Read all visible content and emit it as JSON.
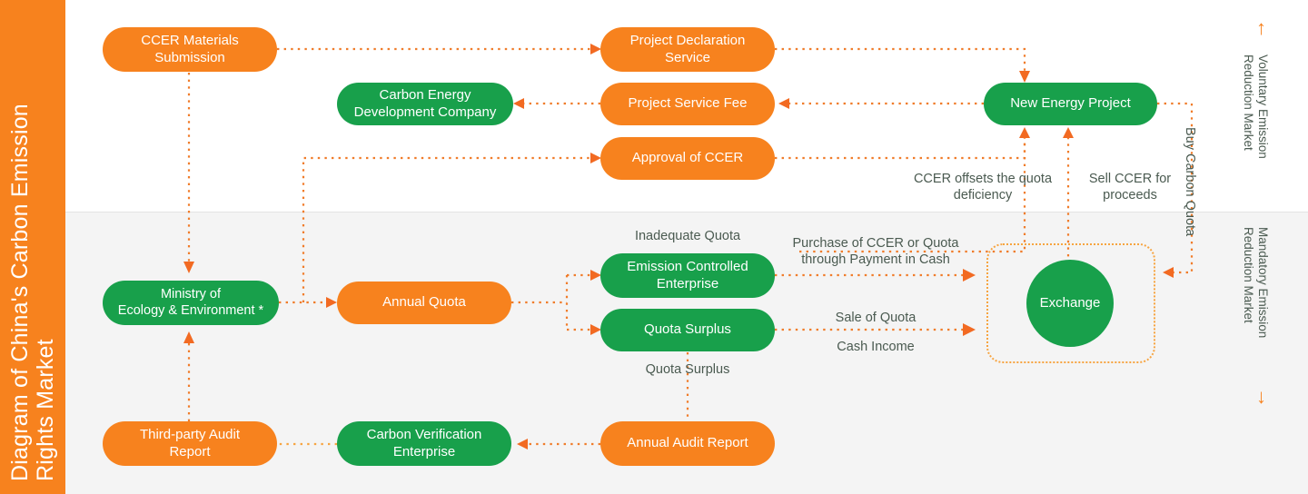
{
  "title_rail": {
    "text": "Diagram of China's Carbon Emission\nRights Market",
    "bg": "#F7821E",
    "color": "#FFFFFF"
  },
  "palette": {
    "orange": "#F7821E",
    "green": "#18A04B",
    "arrow": "#F07C2A",
    "band_top": "#FFFFFF",
    "band_bottom": "#F4F4F4",
    "text_gray": "#4A5A50"
  },
  "markets": [
    {
      "name": "voluntary",
      "label": "Voluntary Emission\nReduction Market",
      "arrow": "↑",
      "arrow_position": "top"
    },
    {
      "name": "mandatory",
      "label": "Mandatory Emission\nReduction Market",
      "arrow": "↓",
      "arrow_position": "bottom"
    }
  ],
  "nodes": {
    "ccer_materials_submission": {
      "label": "CCER Materials\nSubmission",
      "color": "orange"
    },
    "project_declaration_service": {
      "label": "Project Declaration\nService",
      "color": "orange"
    },
    "new_energy_project": {
      "label": "New Energy Project",
      "color": "green"
    },
    "carbon_energy_development_company": {
      "label": "Carbon Energy\nDevelopment Company",
      "color": "green"
    },
    "project_service_fee": {
      "label": "Project Service Fee",
      "color": "orange"
    },
    "approval_of_ccer": {
      "label": "Approval of CCER",
      "color": "orange"
    },
    "ministry_of_ecology": {
      "label": "Ministry of\nEcology & Environment *",
      "color": "green"
    },
    "annual_quota": {
      "label": "Annual Quota",
      "color": "orange"
    },
    "emission_controlled_enterprise": {
      "label": "Emission Controlled\nEnterprise",
      "color": "green"
    },
    "quota_surplus": {
      "label": "Quota Surplus",
      "color": "green"
    },
    "exchange": {
      "label": "Exchange",
      "color": "green"
    },
    "third_party_audit_report": {
      "label": "Third-party Audit\nReport",
      "color": "orange"
    },
    "carbon_verification_enterprise": {
      "label": "Carbon Verification\nEnterprise",
      "color": "green"
    },
    "annual_audit_report": {
      "label": "Annual Audit Report",
      "color": "orange"
    }
  },
  "edge_labels": {
    "ccer_offsets": "CCER offsets the quota\ndeficiency",
    "sell_ccer": "Sell CCER for\nproceeds",
    "buy_carbon_quota": "Buy Carbon Quota",
    "inadequate_quota": "Inadequate Quota",
    "purchase_ccer": "Purchase of CCER or Quota\nthrough Payment in Cash",
    "sale_of_quota": "Sale of Quota",
    "cash_income": "Cash Income",
    "quota_surplus_flow": "Quota Surplus"
  },
  "chart_data": {
    "type": "diagram",
    "title": "Diagram of China's Carbon Emission Rights Market",
    "sections": [
      {
        "name": "Voluntary Emission Reduction Market",
        "background": "#FFFFFF"
      },
      {
        "name": "Mandatory Emission Reduction Market",
        "background": "#F4F4F4"
      }
    ],
    "edges": [
      {
        "from": "CCER Materials Submission",
        "to": "Project Declaration Service",
        "label": ""
      },
      {
        "from": "Project Declaration Service",
        "to": "New Energy Project",
        "label": ""
      },
      {
        "from": "New Energy Project",
        "to": "Project Service Fee",
        "label": ""
      },
      {
        "from": "Project Service Fee",
        "to": "Carbon Energy Development Company",
        "label": ""
      },
      {
        "from": "Approval of CCER",
        "to": "New Energy Project",
        "label": ""
      },
      {
        "from": "CCER Materials Submission",
        "to": "Ministry of Ecology & Environment *",
        "label": ""
      },
      {
        "from": "Ministry of Ecology & Environment *",
        "to": "Approval of CCER",
        "label": ""
      },
      {
        "from": "Ministry of Ecology & Environment *",
        "to": "Annual Quota",
        "label": ""
      },
      {
        "from": "Annual Quota",
        "to": "Emission Controlled Enterprise",
        "label": "Inadequate Quota"
      },
      {
        "from": "Annual Quota",
        "to": "Quota Surplus",
        "label": ""
      },
      {
        "from": "Emission Controlled Enterprise",
        "to": "Exchange",
        "label": "Purchase of CCER or Quota through Payment in Cash"
      },
      {
        "from": "Quota Surplus",
        "to": "Exchange",
        "label": "Sale of Quota / Cash Income"
      },
      {
        "from": "Quota Surplus",
        "to": "Annual Audit Report",
        "label": "Quota Surplus"
      },
      {
        "from": "Annual Audit Report",
        "to": "Carbon Verification Enterprise",
        "label": ""
      },
      {
        "from": "Carbon Verification Enterprise",
        "to": "Third-party Audit Report",
        "label": ""
      },
      {
        "from": "Third-party Audit Report",
        "to": "Ministry of Ecology & Environment *",
        "label": ""
      },
      {
        "from": "Exchange",
        "to": "New Energy Project",
        "label": "Sell CCER for proceeds"
      },
      {
        "from": "New Energy Project",
        "to": "Exchange",
        "label": "Buy Carbon Quota"
      },
      {
        "from": "Exchange",
        "to": "New Energy Project",
        "label": "CCER offsets the quota deficiency"
      }
    ]
  }
}
